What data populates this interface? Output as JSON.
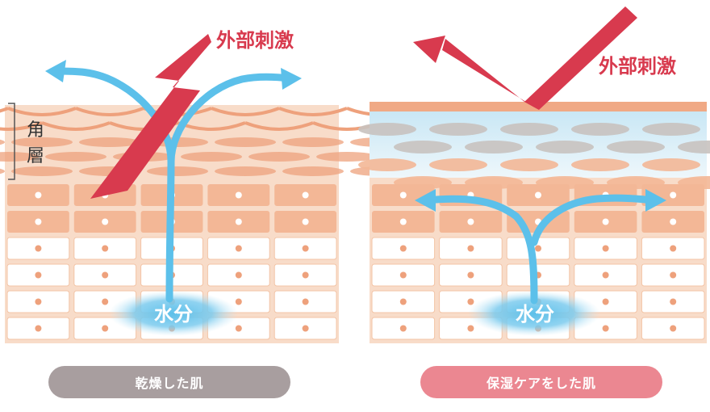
{
  "left_panel": {
    "external_stimulus": "外部刺激",
    "water": "水分",
    "stratum_label": "角\n層",
    "caption": "乾燥した肌"
  },
  "right_panel": {
    "external_stimulus": "外部刺激",
    "water": "水分",
    "caption": "保湿ケアをした肌"
  },
  "colors": {
    "skin_outer": "#f4c9ae",
    "skin_cell_orange": "#f3b796",
    "skin_cell_dark": "#eea17c",
    "cell_white": "#ffffff",
    "water_blue": "#5cc0ea",
    "stimulus_red": "#d83a4e",
    "moist_layer": "#d9eef7",
    "gray_cell": "#c8c2bf",
    "pill_gray": "#a89e9f",
    "pill_pink": "#eb8791"
  }
}
